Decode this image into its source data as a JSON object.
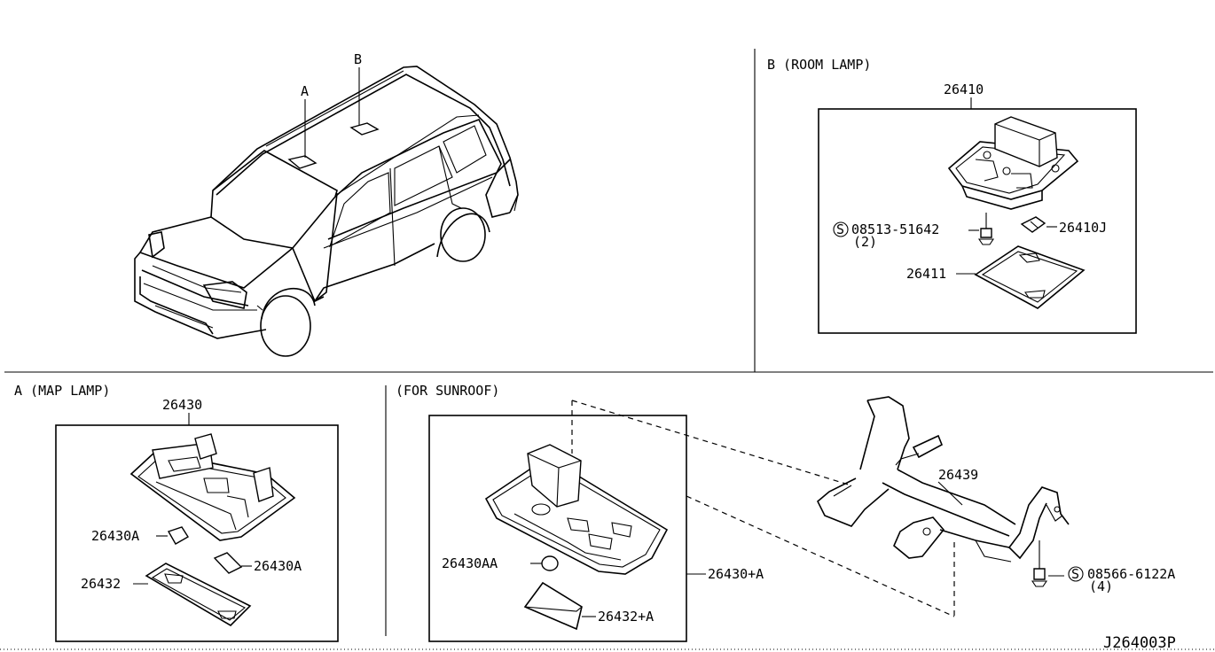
{
  "callouts": {
    "a": "A",
    "b": "B"
  },
  "sections": {
    "room_lamp": "B (ROOM LAMP)",
    "map_lamp": "A (MAP LAMP)",
    "for_sunroof": "(FOR SUNROOF)"
  },
  "parts": {
    "p26410": "26410",
    "p26410j": "26410J",
    "p26411": "26411",
    "screw_b": "08513-51642",
    "screw_b_qty": "(2)",
    "p26430": "26430",
    "p26430a_left": "26430A",
    "p26430a_right": "26430A",
    "p26432": "26432",
    "p26430aa": "26430AA",
    "p26430plusa": "26430+A",
    "p26432plusa": "26432+A",
    "p26439": "26439",
    "screw_s": "08566-6122A",
    "screw_s_qty": "(4)"
  },
  "screw_symbol": "S",
  "diagram_code": "J264003P"
}
